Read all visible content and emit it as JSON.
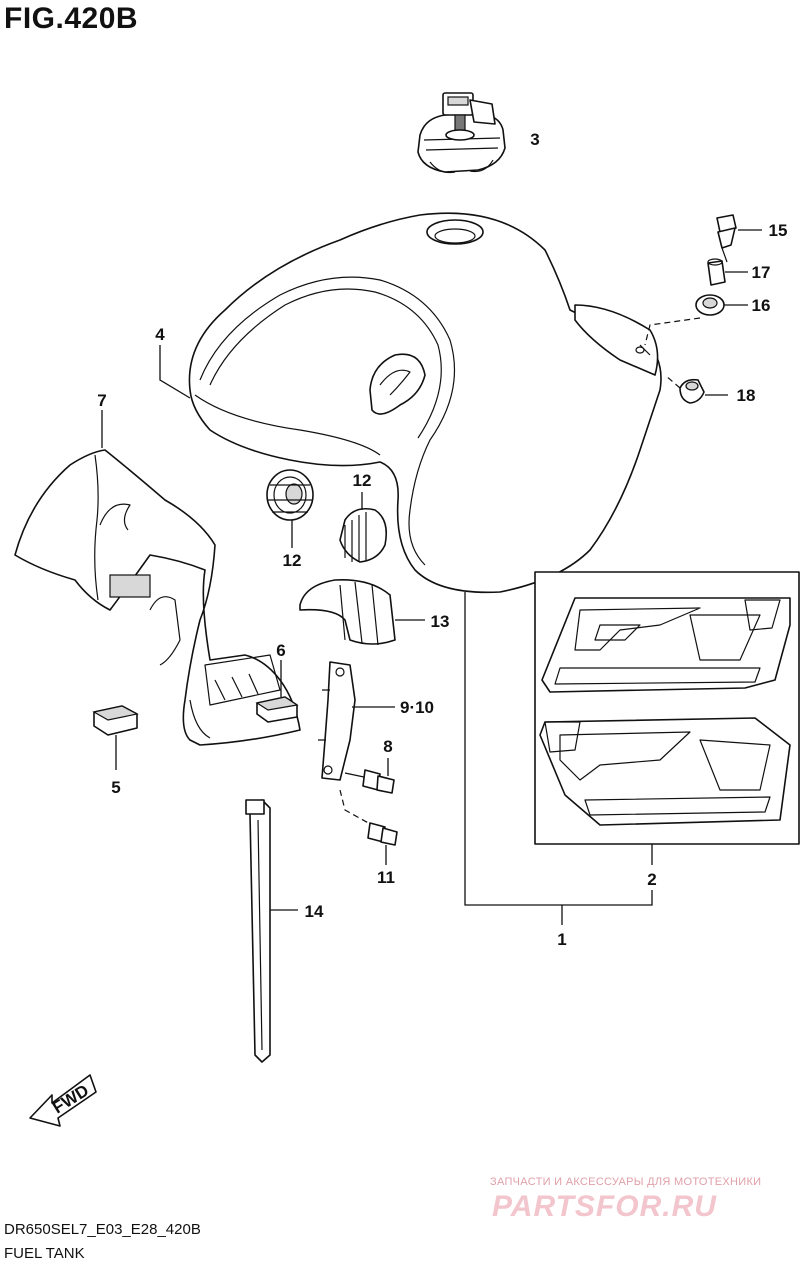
{
  "figure": {
    "title": "FIG.420B",
    "model_code": "DR650SEL7_E03_E28_420B",
    "caption": "FUEL TANK"
  },
  "callouts": {
    "p1": "1",
    "p2": "2",
    "p3": "3",
    "p4": "4",
    "p5": "5",
    "p6": "6",
    "p7": "7",
    "p8": "8",
    "p9_10": "9·10",
    "p11": "11",
    "p12a": "12",
    "p12b": "12",
    "p13": "13",
    "p14": "14",
    "p15": "15",
    "p16": "16",
    "p17": "17",
    "p18": "18"
  },
  "direction_arrow": {
    "label": "FWD"
  },
  "watermark": {
    "tagline": "ЗАПЧАСТИ И АКСЕССУАРЫ ДЛЯ МОТОТЕХНИКИ",
    "logo": "PARTSFOR.RU"
  }
}
